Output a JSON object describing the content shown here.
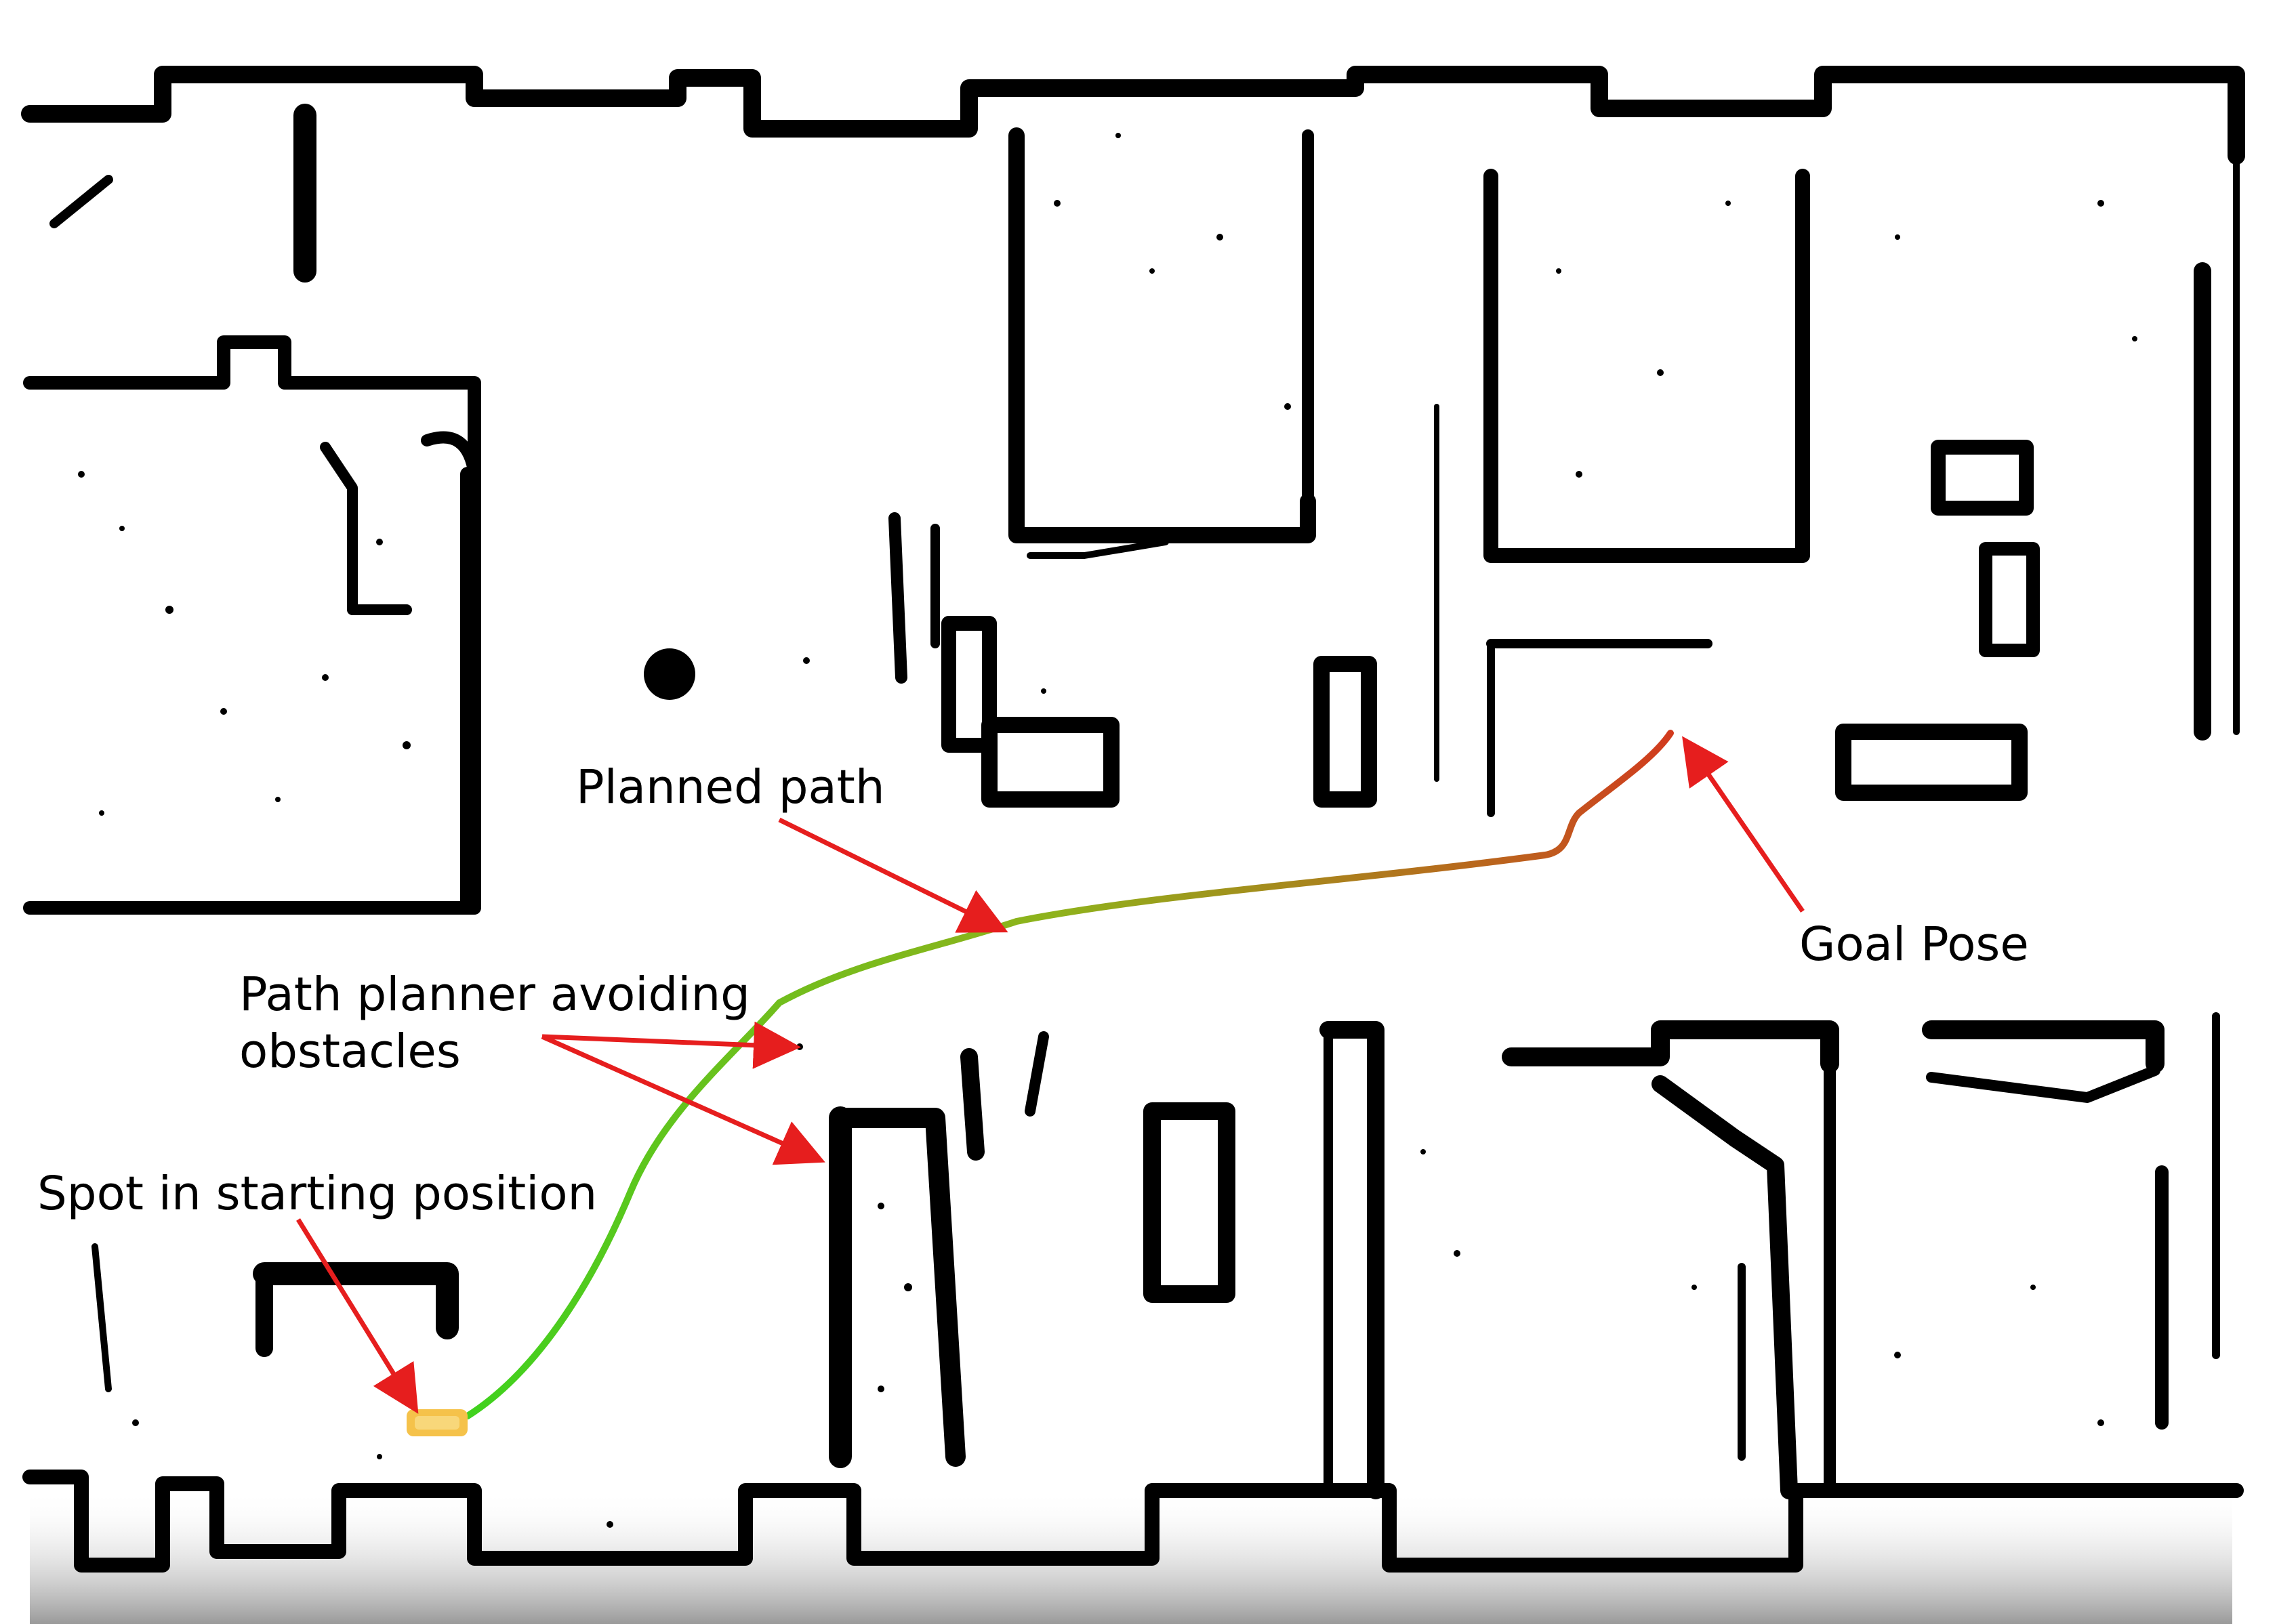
{
  "annotations": {
    "planned_path": "Planned path",
    "goal_pose": "Goal Pose",
    "path_planner_avoiding": [
      "Path planner avoiding",
      "obstacles"
    ],
    "spot_start": "Spot in starting position"
  },
  "colors": {
    "background": "#ffffff",
    "map_ink": "#000000",
    "path_start": "#3fd21e",
    "path_mid": "#8fb21c",
    "path_end": "#d23a1e",
    "arrow": "#e61e1e",
    "robot": "#f5c24a",
    "floor_shade": "#9a9a9a"
  },
  "icons": {
    "robot": "spot-robot-icon",
    "arrow": "red-arrow-icon"
  }
}
